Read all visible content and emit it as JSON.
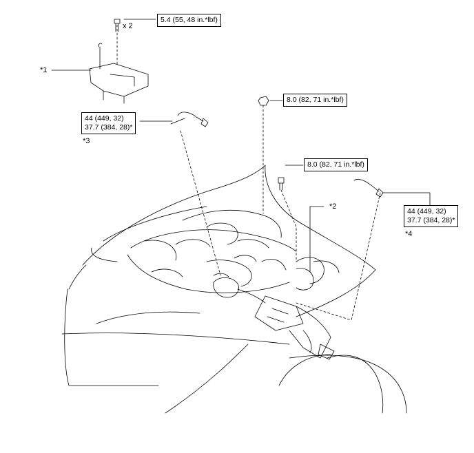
{
  "callouts": {
    "c1": "*1",
    "c2": "*2",
    "c3": "*3",
    "c4": "*4"
  },
  "quantity": "x 2",
  "torque": {
    "t1": "5.4 (55, 48 in.*lbf)",
    "t2": "8.0 (82, 71 in.*lbf)",
    "t3": "8.0 (82, 71 in.*lbf)",
    "t4_line1": "44 (449, 32)",
    "t4_line2": "37.7 (384, 28)*",
    "t5_line1": "44 (449, 32)",
    "t5_line2": "37.7 (384, 28)*"
  }
}
